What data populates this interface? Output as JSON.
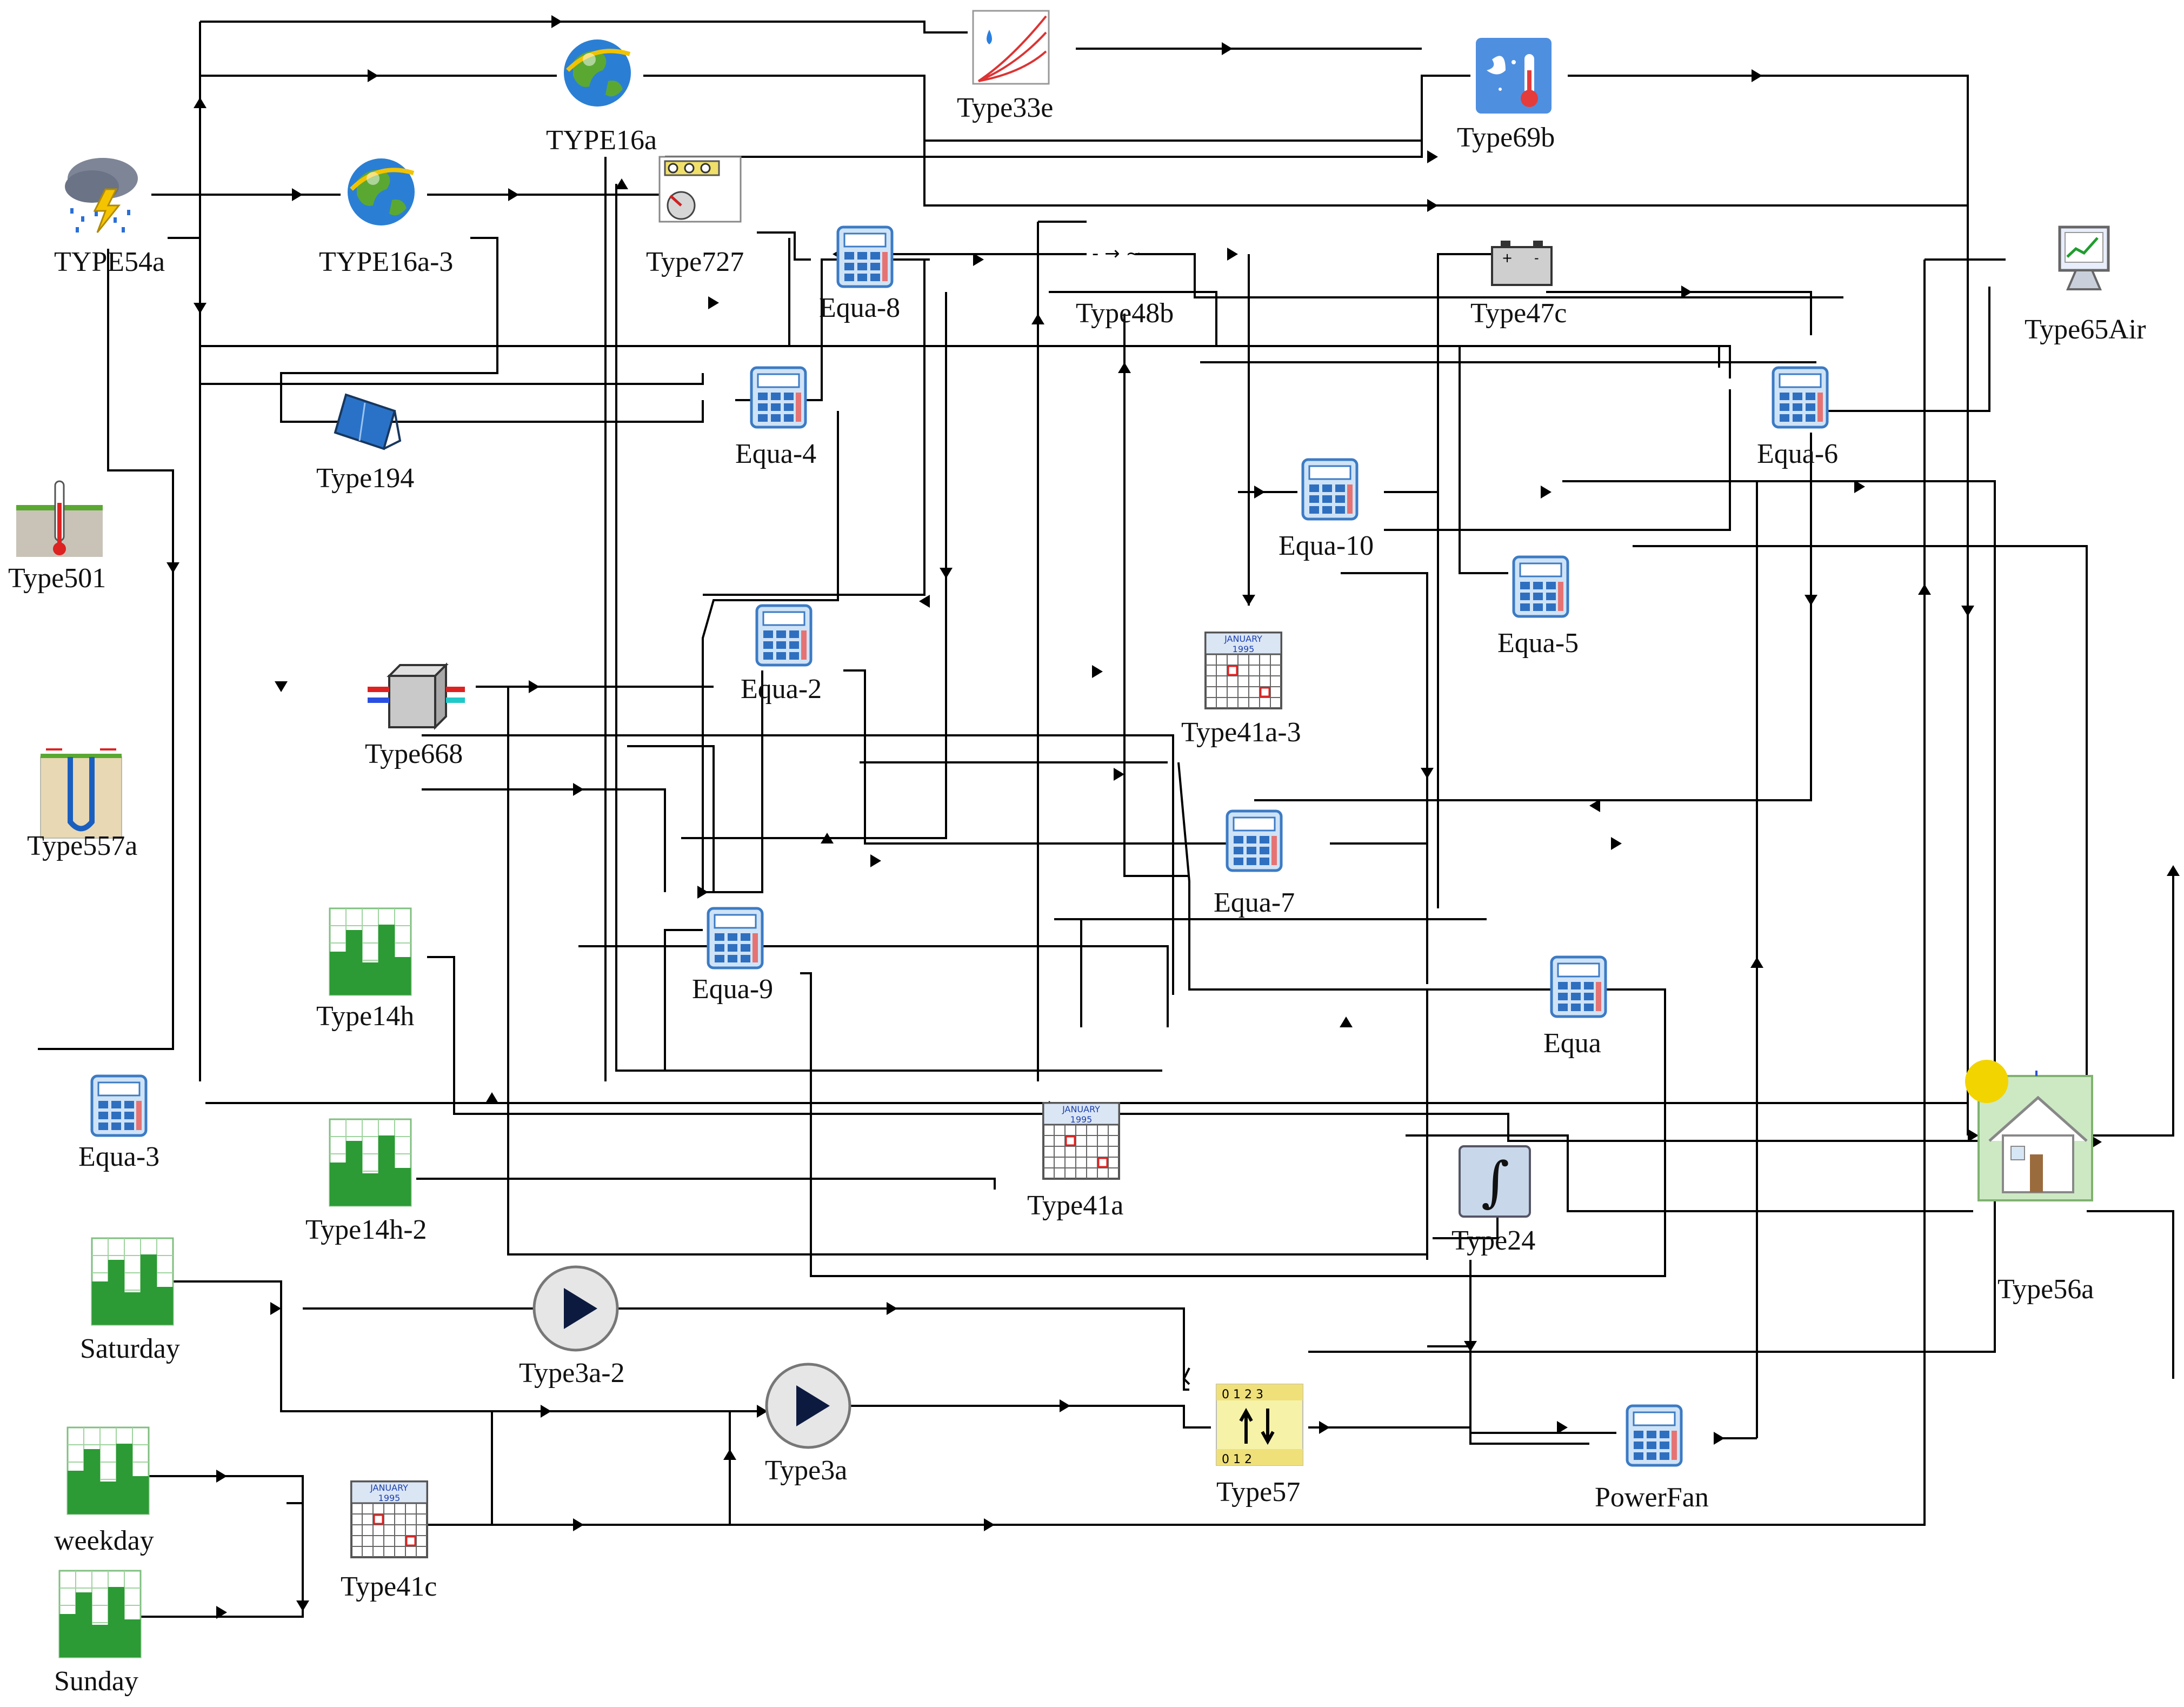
{
  "components": [
    {
      "id": "type54a",
      "label": "TYPE54a",
      "icon": "weather-icon"
    },
    {
      "id": "type16a",
      "label": "TYPE16a",
      "icon": "globe-icon"
    },
    {
      "id": "type16a3",
      "label": "TYPE16a-3",
      "icon": "globe-icon"
    },
    {
      "id": "type33e",
      "label": "Type33e",
      "icon": "psychrometrics-icon"
    },
    {
      "id": "type69b",
      "label": "Type69b",
      "icon": "sky-temperature-icon"
    },
    {
      "id": "type727",
      "label": "Type727",
      "icon": "controller-icon"
    },
    {
      "id": "equa8",
      "label": "Equa-8",
      "icon": "calculator-icon"
    },
    {
      "id": "type48b",
      "label": "Type48b",
      "icon": "inverter-icon"
    },
    {
      "id": "type47c",
      "label": "Type47c",
      "icon": "battery-icon"
    },
    {
      "id": "type65air",
      "label": "Type65Air",
      "icon": "monitor-icon"
    },
    {
      "id": "type194",
      "label": "Type194",
      "icon": "pv-panel-icon"
    },
    {
      "id": "equa4",
      "label": "Equa-4",
      "icon": "calculator-icon"
    },
    {
      "id": "equa6",
      "label": "Equa-6",
      "icon": "calculator-icon"
    },
    {
      "id": "type501",
      "label": "Type501",
      "icon": "ground-temperature-icon"
    },
    {
      "id": "equa10",
      "label": "Equa-10",
      "icon": "calculator-icon"
    },
    {
      "id": "equa5",
      "label": "Equa-5",
      "icon": "calculator-icon"
    },
    {
      "id": "equa2",
      "label": "Equa-2",
      "icon": "calculator-icon"
    },
    {
      "id": "type41a3",
      "label": "Type41a-3",
      "icon": "calendar-icon"
    },
    {
      "id": "type668",
      "label": "Type668",
      "icon": "heat-pump-icon"
    },
    {
      "id": "type557a",
      "label": "Type557a",
      "icon": "ground-heat-exchanger-icon"
    },
    {
      "id": "equa7",
      "label": "Equa-7",
      "icon": "calculator-icon"
    },
    {
      "id": "type14h",
      "label": "Type14h",
      "icon": "schedule-icon"
    },
    {
      "id": "equa9",
      "label": "Equa-9",
      "icon": "calculator-icon"
    },
    {
      "id": "equa",
      "label": "Equa",
      "icon": "calculator-icon"
    },
    {
      "id": "equa3",
      "label": "Equa-3",
      "icon": "calculator-icon"
    },
    {
      "id": "type56a",
      "label": "Type56a",
      "icon": "building-icon"
    },
    {
      "id": "type41a",
      "label": "Type41a",
      "icon": "calendar-icon"
    },
    {
      "id": "type14h2",
      "label": "Type14h-2",
      "icon": "schedule-icon"
    },
    {
      "id": "type24",
      "label": "Type24",
      "icon": "integrator-icon"
    },
    {
      "id": "saturday",
      "label": "Saturday",
      "icon": "schedule-icon"
    },
    {
      "id": "type3a2",
      "label": "Type3a-2",
      "icon": "pump-icon"
    },
    {
      "id": "type3a",
      "label": "Type3a",
      "icon": "pump-icon"
    },
    {
      "id": "type57",
      "label": "Type57",
      "icon": "unit-converter-icon"
    },
    {
      "id": "powerfan",
      "label": "PowerFan",
      "icon": "calculator-icon"
    },
    {
      "id": "weekday",
      "label": "weekday",
      "icon": "schedule-icon"
    },
    {
      "id": "type41c",
      "label": "Type41c",
      "icon": "calendar-icon"
    },
    {
      "id": "sunday",
      "label": "Sunday",
      "icon": "schedule-icon"
    }
  ],
  "calendar": {
    "month": "JANUARY",
    "year": "1995"
  },
  "colors": {
    "wire": "#000000",
    "calc": "#1a6fd0",
    "schedule": "#1f9d2e",
    "label": "#111111"
  }
}
